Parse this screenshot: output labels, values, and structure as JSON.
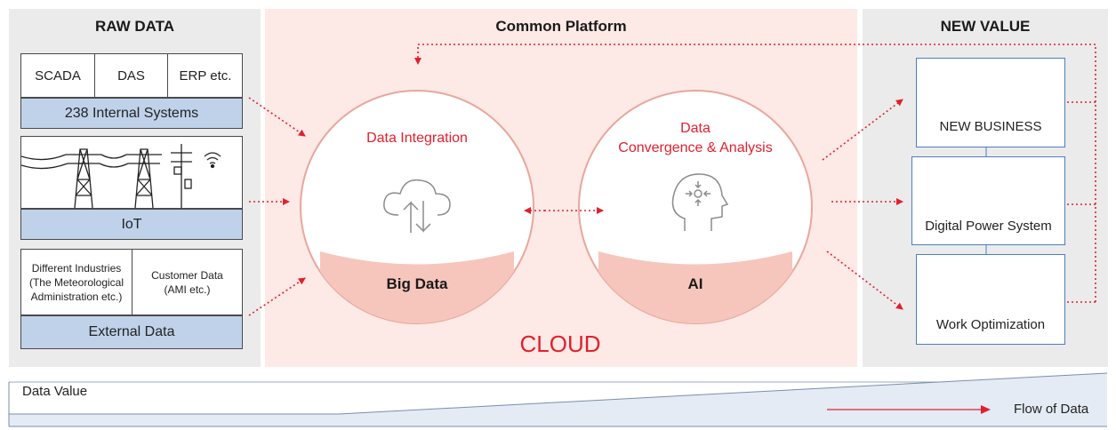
{
  "headers": {
    "raw": "RAW DATA",
    "platform": "Common Platform",
    "value": "NEW VALUE"
  },
  "internal": {
    "cells": [
      "SCADA",
      "DAS",
      "ERP etc."
    ],
    "label": "238 Internal Systems"
  },
  "iot": {
    "label": "IoT"
  },
  "external": {
    "left": "Different Industries (The Meteorological Administration etc.)",
    "right": "Customer Data (AMI etc.)",
    "label": "External Data"
  },
  "circle1": {
    "title": "Data Integration",
    "base": "Big Data"
  },
  "circle2": {
    "title_line1": "Data",
    "title_line2": "Convergence & Analysis",
    "base": "AI"
  },
  "cloud": "CLOUD",
  "new_value": {
    "items": [
      "NEW BUSINESS",
      "Digital Power System",
      "Work Optimization"
    ]
  },
  "footer": {
    "data_value": "Data Value",
    "flow": "Flow of Data"
  },
  "colors": {
    "red": "#e0202e",
    "pink_panel": "#fde9e6",
    "gray_panel": "#ebebeb",
    "blue_bar": "#bfd2ea",
    "circle_fill": "#f6c6bd"
  }
}
